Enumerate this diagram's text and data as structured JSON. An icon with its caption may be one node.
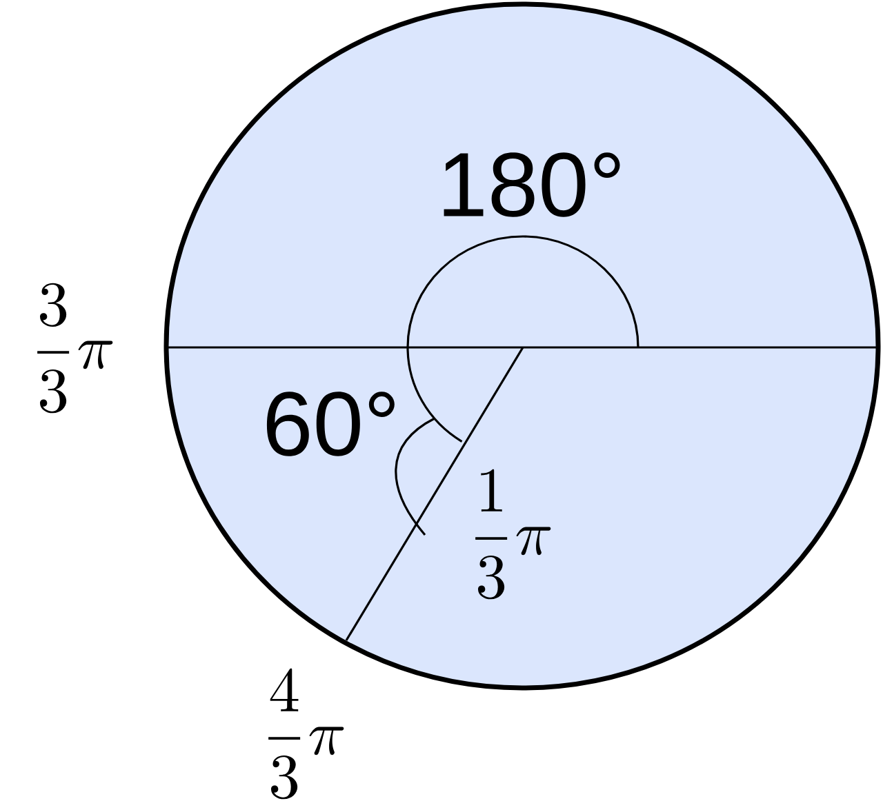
{
  "diagram": {
    "labels": [
      "180°",
      "\\frac{3}{3}\\pi",
      "60°",
      "\\frac{1}{3}\\pi",
      "\\frac{4}{3}\\pi"
    ]
  }
}
